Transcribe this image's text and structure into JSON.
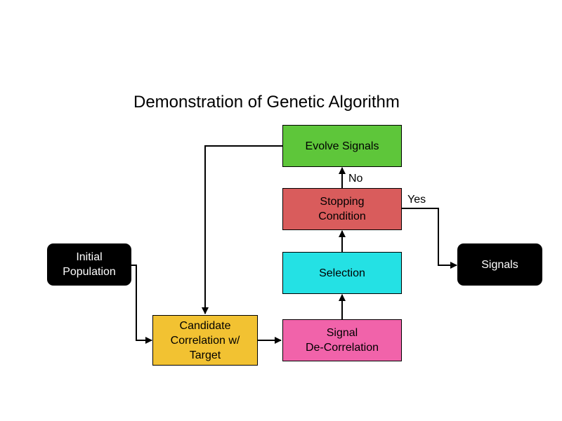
{
  "title": "Demonstration of Genetic Algorithm",
  "colors": {
    "terminal": "#000000",
    "candidate": "#f2c232",
    "decorrelation": "#f163aa",
    "selection": "#24e1e4",
    "stopping": "#d95c5c",
    "evolve": "#5ec63a",
    "line": "#000000"
  },
  "nodes": {
    "initial_population": "Initial\nPopulation",
    "candidate_correlation": "Candidate\nCorrelation w/\nTarget",
    "signal_decorrelation": "Signal\nDe-Correlation",
    "selection": "Selection",
    "stopping_condition": "Stopping\nCondition",
    "evolve_signals": "Evolve Signals",
    "signals": "Signals"
  },
  "edge_labels": {
    "no": "No",
    "yes": "Yes"
  }
}
